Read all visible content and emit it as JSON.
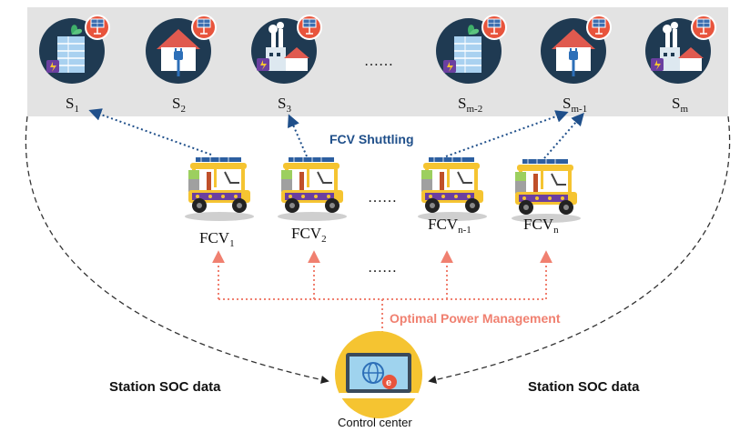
{
  "stations": [
    {
      "label": "S",
      "sub": "1",
      "kind": "building"
    },
    {
      "label": "S",
      "sub": "2",
      "kind": "house"
    },
    {
      "label": "S",
      "sub": "3",
      "kind": "factory"
    },
    {
      "label": "S",
      "sub": "m-2",
      "kind": "building"
    },
    {
      "label": "S",
      "sub": "m-1",
      "kind": "house"
    },
    {
      "label": "S",
      "sub": "m",
      "kind": "factory"
    }
  ],
  "stations_ellipsis": "……",
  "shuttling_label": "FCV Shuttling",
  "vehicles": [
    {
      "label": "FCV",
      "sub": "1"
    },
    {
      "label": "FCV",
      "sub": "2"
    },
    {
      "label": "FCV",
      "sub": "n-1"
    },
    {
      "label": "FCV",
      "sub": "n"
    }
  ],
  "vehicles_ellipsis": "……",
  "arrows_ellipsis": "……",
  "power_label": "Optimal Power Management",
  "left_soc_label": "Station SOC data",
  "right_soc_label": "Station SOC data",
  "control_label": "Control center",
  "colors": {
    "panel": "#e3e3e3",
    "circle": "#1f3a52",
    "shuttle_arrow": "#1f4f8a",
    "shuttle_text": "#1f4f8a",
    "power_arrow": "#f08070",
    "power_text": "#f08070",
    "soc_line": "#333333",
    "bus_body": "#f5c431",
    "laptop_bg": "#f5c431",
    "badge": "#e8543c"
  }
}
